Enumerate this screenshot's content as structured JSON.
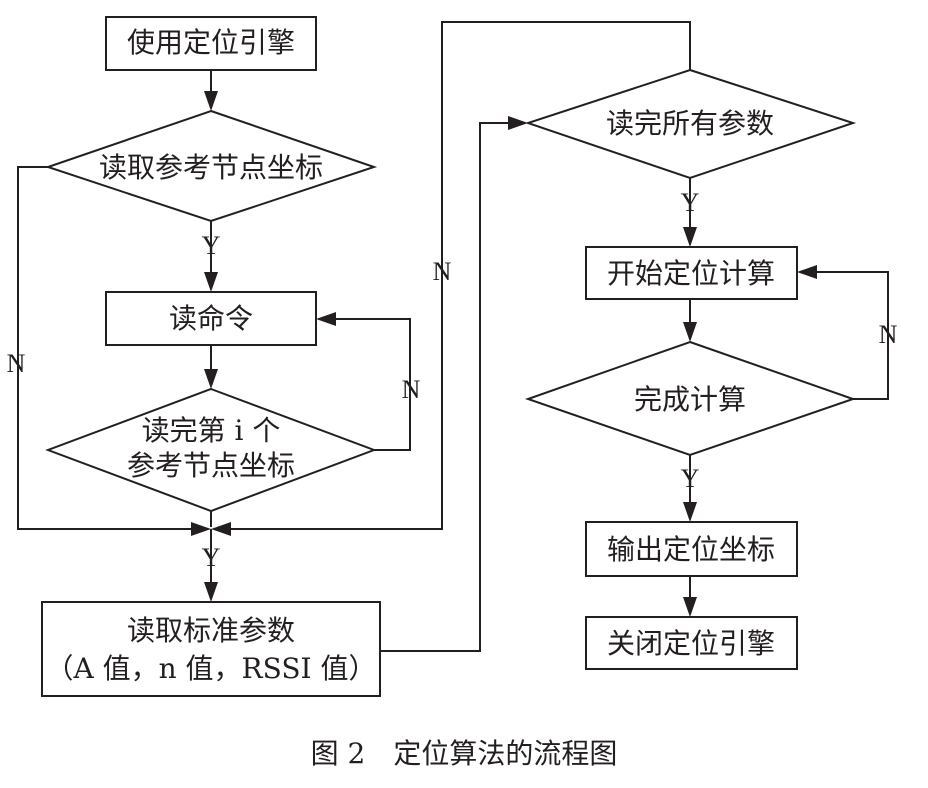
{
  "nodes": {
    "use_engine": "使用定位引擎",
    "read_ref_coords": "读取参考节点坐标",
    "read_command": "读命令",
    "read_ith_line1": "读完第 i 个",
    "read_ith_line2": "参考节点坐标",
    "read_std_line1": "读取标准参数",
    "read_std_line2": "（A 值，n 值，RSSI 值）",
    "read_all_params": "读完所有参数",
    "start_calc": "开始定位计算",
    "finish_calc": "完成计算",
    "output_coords": "输出定位坐标",
    "close_engine": "关闭定位引擎"
  },
  "labels": {
    "yes": "Y",
    "no": "N"
  },
  "caption": "图 2　定位算法的流程图"
}
